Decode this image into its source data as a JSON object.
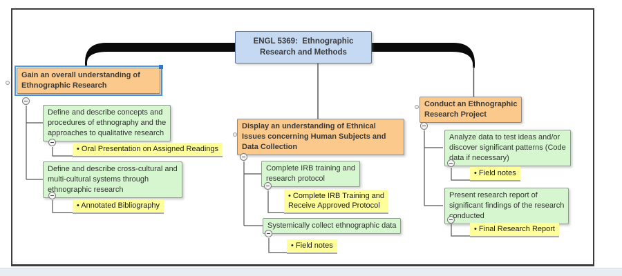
{
  "root": {
    "label": "ENGL 5369:  Ethnographic\nResearch and Methods"
  },
  "branches": [
    {
      "label": "Gain an overall understanding of\nEthnographic Research",
      "selected": true,
      "children": [
        {
          "label": "Define and describe concepts and\nprocedures of ethnography and the\napproaches to qualitative research",
          "tasks": [
            "• Oral Presentation on Assigned Readings"
          ]
        },
        {
          "label": "Define and describe cross-cultural and\nmulti-cultural systems through\nethnographic research",
          "tasks": [
            "• Annotated Bibliography"
          ]
        }
      ]
    },
    {
      "label": "Display an understanding of Ethnical\nIssues concerning Human Subjects and\nData Collection",
      "selected": false,
      "children": [
        {
          "label": "Complete IRB training and\nresearch protocol",
          "tasks": [
            "• Complete IRB Training and\nReceive Approved Protocol"
          ]
        },
        {
          "label": "Systemically collect ethnographic data",
          "tasks": [
            "• Field notes"
          ]
        }
      ]
    },
    {
      "label": "Conduct an Ethnographic\nResearch Project",
      "selected": false,
      "children": [
        {
          "label": "Analyze data to test ideas and/or\ndiscover significant patterns (Code\ndata if necessary)",
          "tasks": [
            "• Field notes"
          ]
        },
        {
          "label": "Present research report of\nsignificant findings of the research\nconducted",
          "tasks": [
            "• Final Research Report"
          ]
        }
      ]
    }
  ],
  "icons": {
    "collapse": "minus-in-circle",
    "connection_point": "small-circle",
    "selection_corner": "blue-square"
  },
  "colors": {
    "root_fill": "#c6d9f2",
    "root_border": "#5c6f94",
    "branch_fill": "#fbc98b",
    "subtopic_fill": "#d5f6cf",
    "task_fill": "#ffff99",
    "selection_blue": "#4d97e3",
    "main_connector": "#0a0a0a",
    "tree_connector": "#555555",
    "frame_border": "#3c3c3c",
    "bottom_strip": "#e8edf3"
  }
}
